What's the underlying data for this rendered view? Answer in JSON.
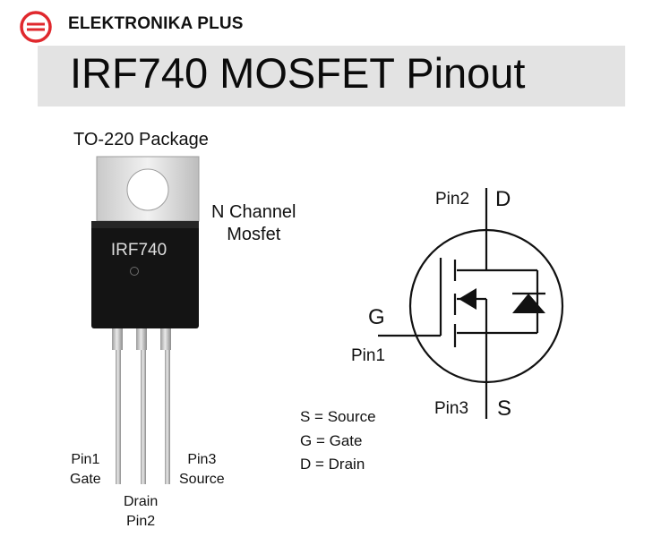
{
  "brand": {
    "name": "ELEKTRONIKA PLUS",
    "logo_icon": "brand-logo-icon",
    "logo_color": "#e0282d"
  },
  "title": "IRF740 MOSFET Pinout",
  "package": {
    "title": "TO-220 Package",
    "chip_marking": "IRF740",
    "type_line1": "N Channel",
    "type_line2": "Mosfet",
    "pins": {
      "pin1_number": "Pin1",
      "pin1_name": "Gate",
      "pin2_name": "Drain",
      "pin2_number": "Pin2",
      "pin3_number": "Pin3",
      "pin3_name": "Source"
    }
  },
  "symbol": {
    "drain_pin": "Pin2",
    "drain_letter": "D",
    "gate_letter": "G",
    "gate_pin": "Pin1",
    "source_pin": "Pin3",
    "source_letter": "S"
  },
  "legend": [
    "S = Source",
    "G = Gate",
    "D = Drain"
  ]
}
